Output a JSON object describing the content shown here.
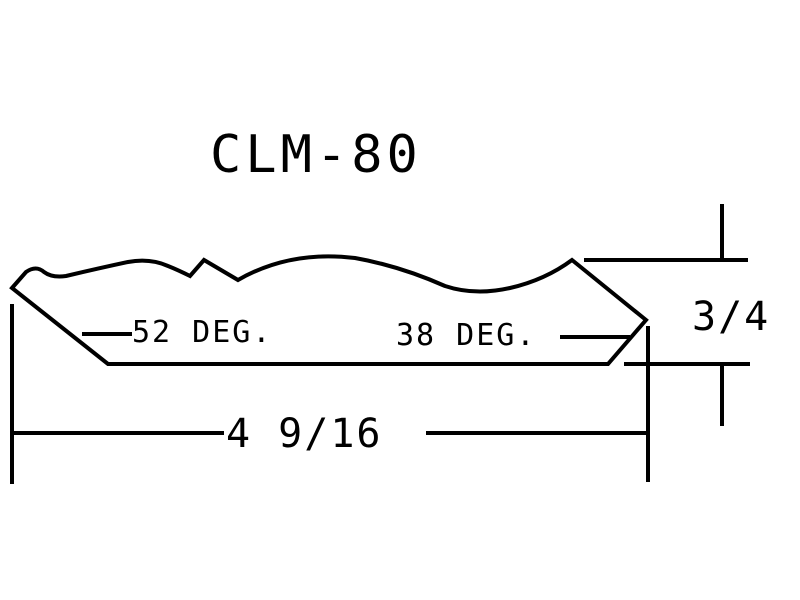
{
  "drawing": {
    "title": "CLM-80",
    "width_label": "4 9/16",
    "height_label": "3/4",
    "left_angle_label": "52 DEG.",
    "right_angle_label": "38 DEG.",
    "line_color": "#000000",
    "background_color": "#ffffff"
  }
}
